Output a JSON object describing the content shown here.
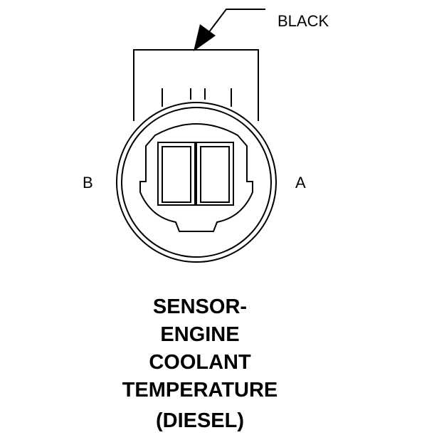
{
  "labels": {
    "wire_color": "BLACK",
    "terminal_left": "B",
    "terminal_right": "A"
  },
  "title": {
    "lines": [
      "SENSOR-",
      "ENGINE",
      "COOLANT",
      "TEMPERATURE"
    ],
    "variant": "(DIESEL)"
  },
  "colors": {
    "line": "#000000",
    "background": "#ffffff"
  }
}
